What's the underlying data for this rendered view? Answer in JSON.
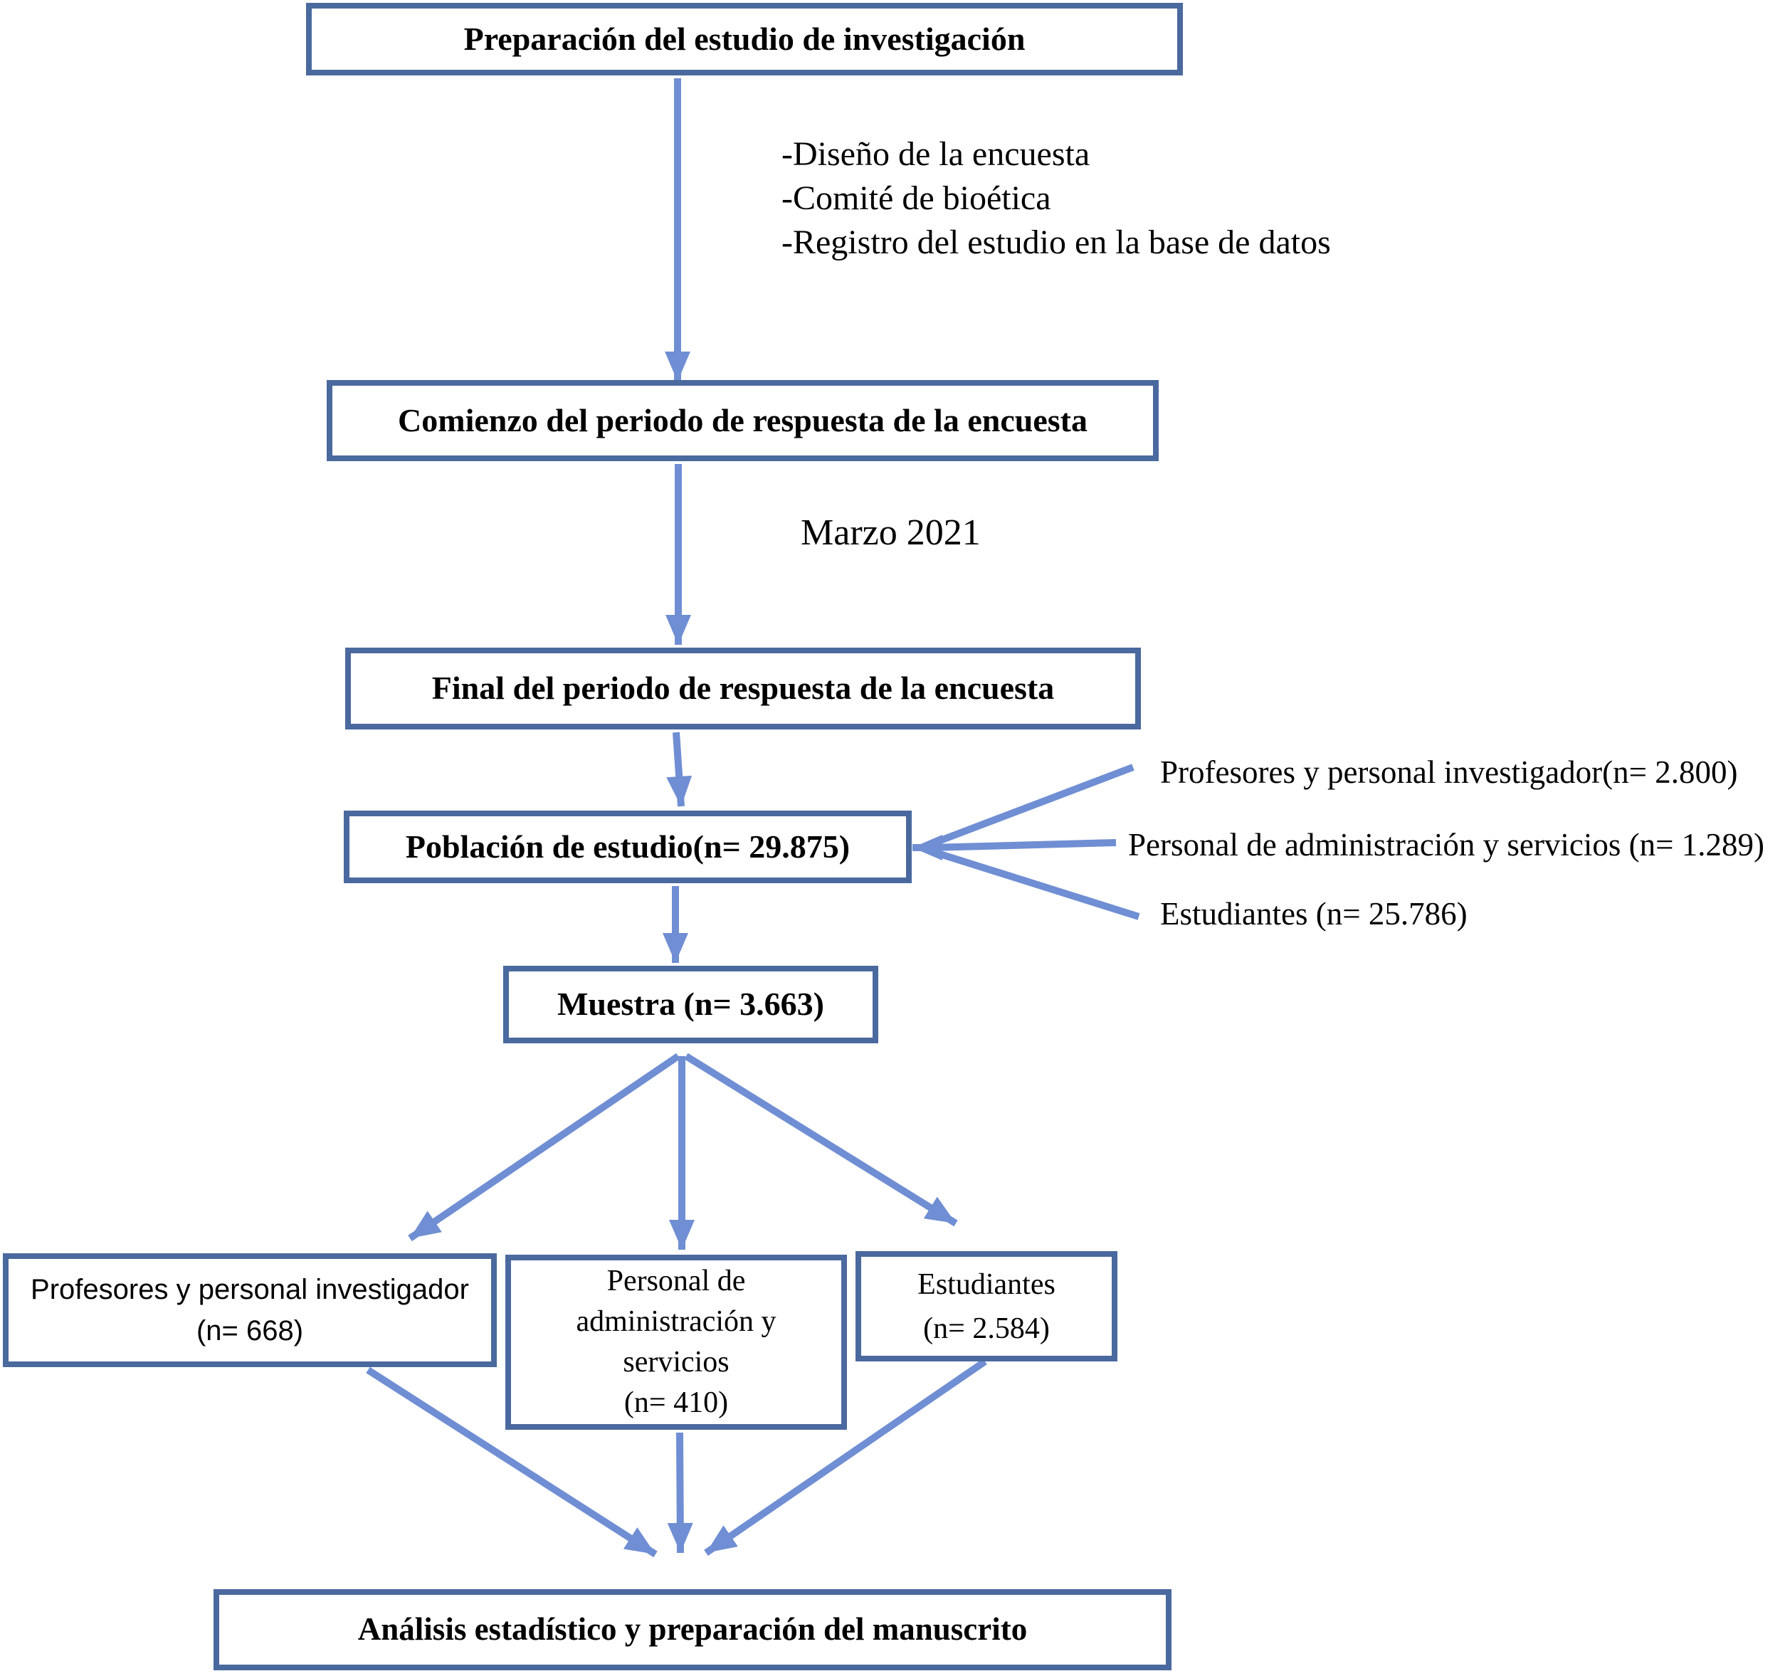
{
  "diagram": {
    "boxes": {
      "preparacion": "Preparación del estudio de investigación",
      "comienzo": "Comienzo del periodo de respuesta de la encuesta",
      "final": "Final del periodo de respuesta de la encuesta",
      "poblacion": "Población de estudio(n= 29.875)",
      "muestra": "Muestra (n= 3.663)",
      "profesores": [
        "Profesores y personal investigador",
        "(n= 668)"
      ],
      "personal": [
        "Personal de",
        "administración y",
        "servicios",
        "(n= 410)"
      ],
      "estudiantes": [
        "Estudiantes",
        "(n= 2.584)"
      ],
      "analisis": "Análisis estadístico y preparación del manuscrito"
    },
    "annotations": {
      "preparation_steps": [
        "-Diseño de la encuesta",
        "-Comité de bioética",
        "-Registro del estudio en la base de datos"
      ],
      "survey_start_date": "Marzo 2021",
      "population_breakdown": [
        "Profesores y personal investigador(n= 2.800)",
        "Personal de administración y servicios (n= 1.289)",
        "Estudiantes (n= 25.786)"
      ]
    },
    "colors": {
      "box_border": "#4a699e",
      "arrow": "#6f8ed3",
      "text": "#000000",
      "background": "#ffffff"
    }
  }
}
